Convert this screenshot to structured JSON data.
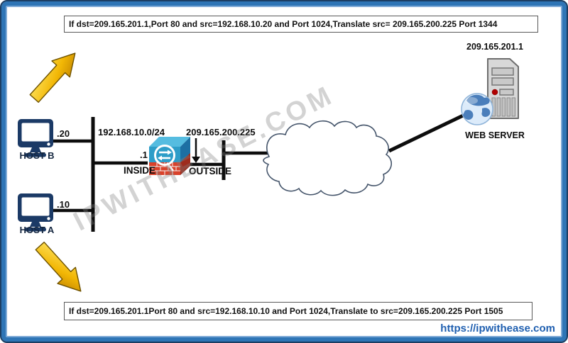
{
  "colors": {
    "frame_outer": "#1C3E63",
    "frame_band": "#2E75B6",
    "line_black": "#0D0D0D",
    "firewall_front": "#2E9DC8",
    "firewall_top": "#55BCE0",
    "firewall_side": "#1D6FA3",
    "brick_red": "#D9422B",
    "brick_side_red": "#9E2B1D",
    "arrow_gold": "#F2B705",
    "host_navy": "#1B3A66",
    "url_blue": "#1F5FB0",
    "watermark_gray": "#8C8C8C"
  },
  "nat_rules": {
    "top": "If dst=209.165.201.1,Port 80 and src=192.168.10.20 and Port 1024,Translate src= 209.165.200.225 Port 1344",
    "bottom": "If dst=209.165.201.1Port 80 and  src=192.168.10.10 and  Port 1024,Translate  to src=209.165.200.225 Port 1505"
  },
  "watermark": "IPWITHEASE.COM",
  "footer": {
    "site_url": "https://ipwithease.com"
  },
  "network": {
    "inside_subnet": "192.168.10.0/24",
    "hosts": [
      {
        "name": "HOST B",
        "ip_suffix": ".20"
      },
      {
        "name": "HOST A",
        "ip_suffix": ".10"
      }
    ],
    "firewall": {
      "inside_ip": ".1",
      "inside_label": "INSIDE",
      "outside_label": "OUTSIDE",
      "outside_ip": "209.165.200.225"
    },
    "web_server": {
      "ip": "209.165.201.1",
      "label": "WEB SERVER"
    }
  }
}
